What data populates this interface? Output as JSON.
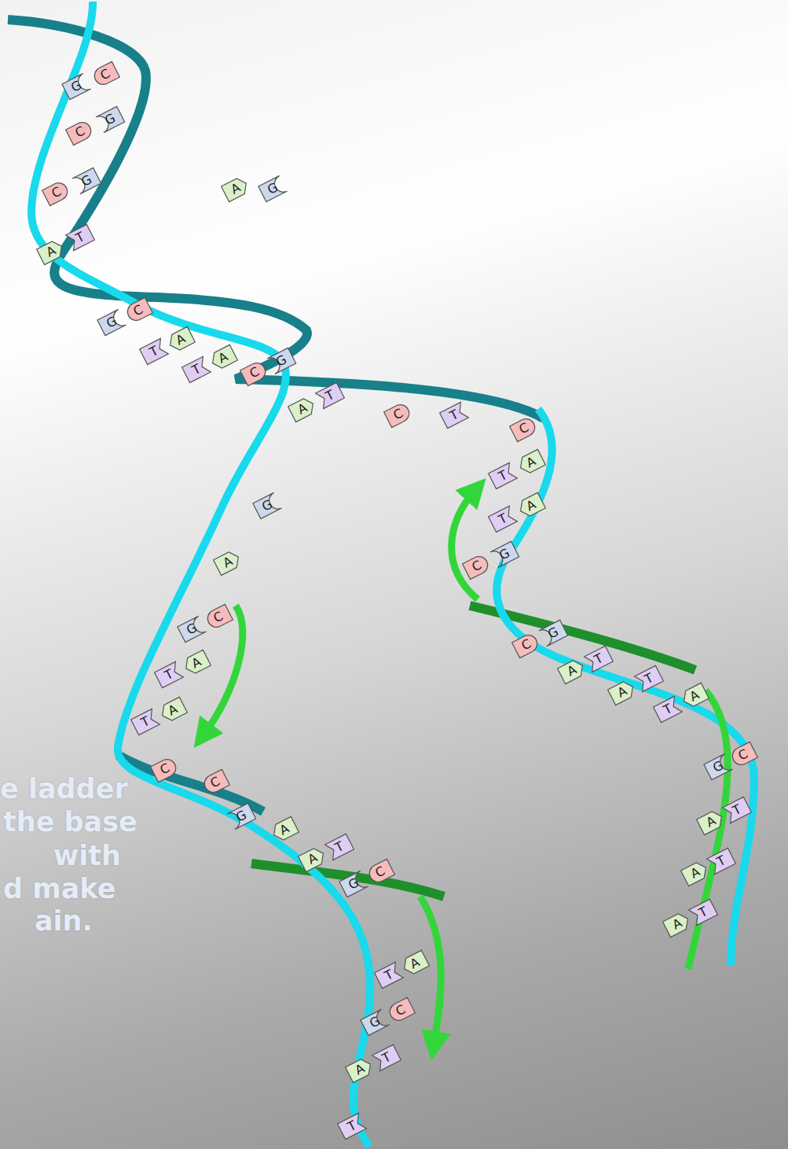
{
  "diagram": {
    "nodes": [
      {
        "text": [
          "G"
        ]
      },
      {
        "text": [
          "C"
        ]
      },
      {
        "text": [
          "C"
        ]
      },
      {
        "text": [
          "G"
        ]
      },
      {
        "text": [
          "C"
        ]
      },
      {
        "text": [
          "G"
        ]
      },
      {
        "text": [
          "A"
        ]
      },
      {
        "text": [
          "T"
        ]
      },
      {
        "text": [
          "G"
        ]
      },
      {
        "text": [
          "C"
        ]
      },
      {
        "text": [
          "T"
        ]
      },
      {
        "text": [
          "A"
        ]
      },
      {
        "text": [
          "T"
        ]
      },
      {
        "text": [
          "A"
        ]
      },
      {
        "text": [
          "C"
        ]
      },
      {
        "text": [
          "G"
        ]
      },
      {
        "text": [
          "A"
        ]
      },
      {
        "text": [
          "T"
        ]
      },
      {
        "text": [
          "C"
        ]
      },
      {
        "text": [
          "T"
        ]
      },
      {
        "text": [
          "C"
        ]
      },
      {
        "text": [
          "T"
        ]
      },
      {
        "text": [
          "A"
        ]
      },
      {
        "text": [
          "T"
        ]
      },
      {
        "text": [
          "A"
        ]
      },
      {
        "text": [
          "C"
        ]
      },
      {
        "text": [
          "G"
        ]
      },
      {
        "text": [
          "G"
        ]
      },
      {
        "text": [
          "A"
        ]
      },
      {
        "text": [
          "G"
        ]
      },
      {
        "text": [
          "C"
        ]
      },
      {
        "text": [
          "C"
        ]
      },
      {
        "text": [
          "G"
        ]
      },
      {
        "text": [
          "T"
        ]
      },
      {
        "text": [
          "A"
        ]
      },
      {
        "text": [
          "A"
        ]
      },
      {
        "text": [
          "T"
        ]
      },
      {
        "text": [
          "A"
        ]
      },
      {
        "text": [
          "T"
        ]
      },
      {
        "text": [
          "T"
        ]
      },
      {
        "text": [
          "A"
        ]
      },
      {
        "text": [
          "T"
        ]
      },
      {
        "text": [
          "A"
        ]
      },
      {
        "text": [
          "C"
        ]
      },
      {
        "text": [
          "C"
        ]
      },
      {
        "text": [
          "G"
        ]
      },
      {
        "text": [
          "A"
        ]
      },
      {
        "text": [
          "A"
        ]
      },
      {
        "text": [
          "T"
        ]
      },
      {
        "text": [
          "G"
        ]
      },
      {
        "text": [
          "C"
        ]
      },
      {
        "text": [
          "A"
        ]
      },
      {
        "text": [
          "T"
        ]
      },
      {
        "text": [
          "G"
        ]
      },
      {
        "text": [
          "C"
        ]
      },
      {
        "text": [
          "A"
        ]
      },
      {
        "text": [
          "T"
        ]
      },
      {
        "text": [
          "A"
        ]
      },
      {
        "text": [
          "T"
        ]
      },
      {
        "text": [
          "T"
        ]
      },
      {
        "text": [
          "A"
        ]
      },
      {
        "text": [
          "G"
        ]
      },
      {
        "text": [
          "C"
        ]
      },
      {
        "text": [
          "A"
        ]
      },
      {
        "text": [
          "T"
        ]
      },
      {
        "text": [
          "T"
        ]
      },
      {
        "text": [
          "A"
        ]
      },
      {
        "text": [
          "G"
        ]
      }
    ],
    "labels": [
      "e ladder",
      "the base",
      "with",
      "d make",
      "ain."
    ]
  }
}
